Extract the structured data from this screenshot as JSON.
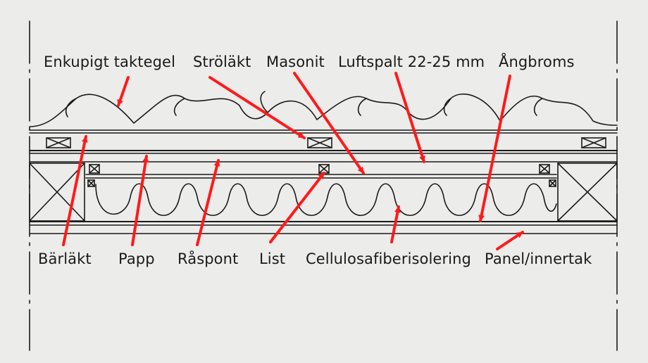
{
  "labels": {
    "enkupigt_taktegel": "Enkupigt taktegel",
    "strolakt": "Ströläkt",
    "masonit": "Masonit",
    "luftspalt": "Luftspalt 22-25 mm",
    "angbroms": "Ångbroms",
    "barlakt": "Bärläkt",
    "papp": "Papp",
    "raspont": "Råspont",
    "list": "List",
    "cellulosa": "Cellulosafiberisolering",
    "panel": "Panel/innertak"
  },
  "colors": {
    "line": "#1a1a1a",
    "arrow": "#ff1a1a",
    "background": "#ececea"
  }
}
